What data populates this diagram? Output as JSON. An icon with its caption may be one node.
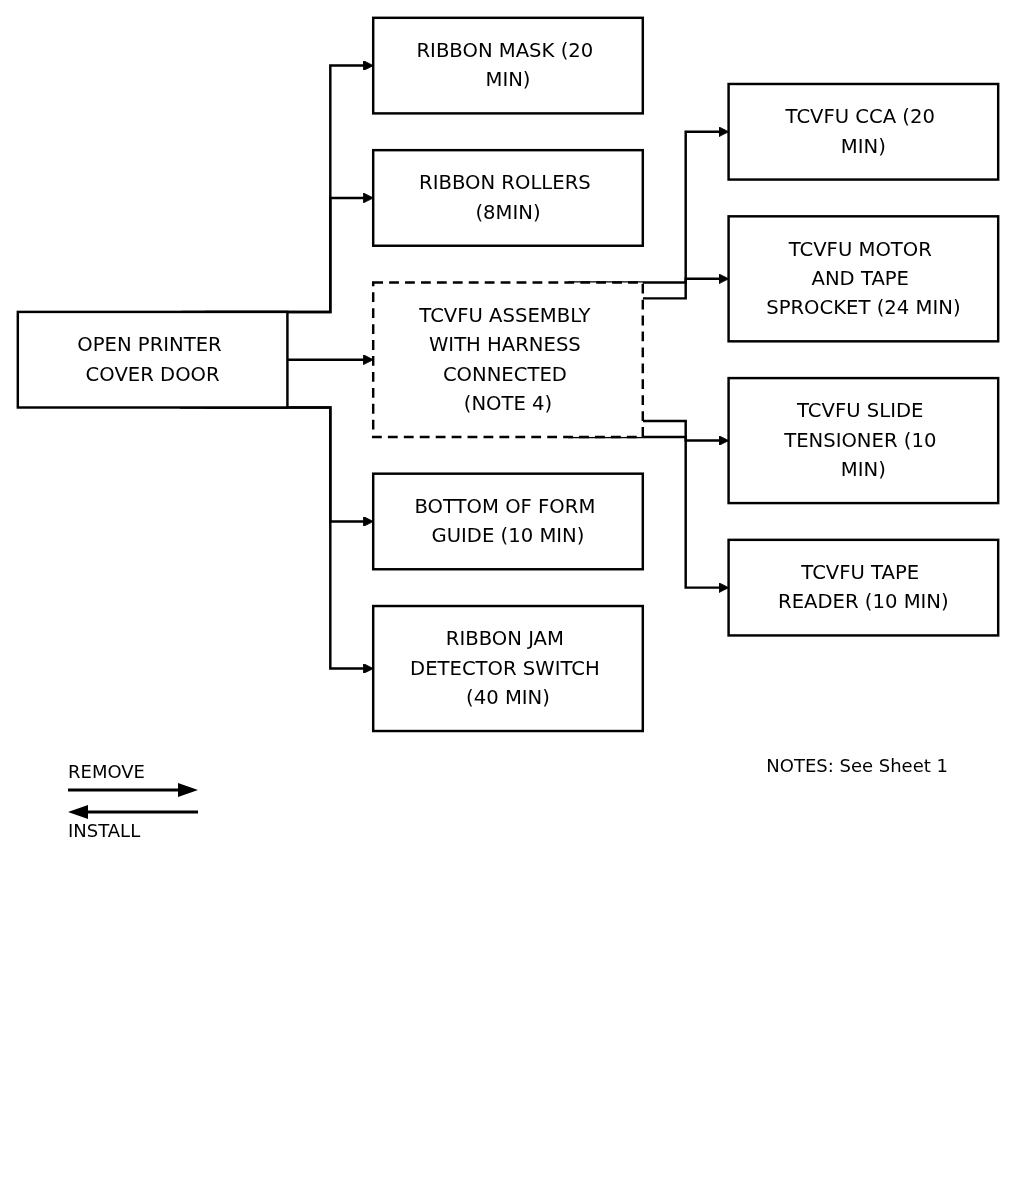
{
  "diagram": {
    "nodes": [
      {
        "text": [
          "OPEN PRINTER COVER DOOR"
        ]
      },
      {
        "text": [
          "RIBBON MASK (20 MIN)"
        ]
      },
      {
        "text": [
          "RIBBON ROLLERS (8MIN)"
        ]
      },
      {
        "text": [
          "TCVFU ASSEMBLY WITH HARNESS CONNECTED (NOTE 4)"
        ]
      },
      {
        "text": [
          "BOTTOM OF FORM GUIDE (10 MIN)"
        ]
      },
      {
        "text": [
          "RIBBON JAM DETECTOR SWITCH (40 MIN)"
        ]
      },
      {
        "text": [
          "TCVFU CCA (20 MIN)"
        ]
      },
      {
        "text": [
          "TCVFU MOTOR AND TAPE SPROCKET (24 MIN)"
        ]
      },
      {
        "text": [
          "TCVFU SLIDE TENSIONER (10 MIN)"
        ]
      },
      {
        "text": [
          "TCVFU TAPE READER (10 MIN)"
        ]
      }
    ],
    "edges": [
      {
        "from": 0,
        "to": 1,
        "arrow": "to"
      },
      {
        "from": 0,
        "to": 2,
        "arrow": "to"
      },
      {
        "from": 0,
        "to": 3,
        "arrow": "to"
      },
      {
        "from": 0,
        "to": 4,
        "arrow": "to"
      },
      {
        "from": 0,
        "to": 5,
        "arrow": "to"
      },
      {
        "from": 3,
        "to": 6,
        "arrow": "to"
      },
      {
        "from": 3,
        "to": 7,
        "arrow": "to"
      },
      {
        "from": 3,
        "to": 8,
        "arrow": "to"
      },
      {
        "from": 3,
        "to": 9,
        "arrow": "to"
      }
    ],
    "labels": [
      "NOTES: See Sheet 1"
    ],
    "legend": [
      {
        "text": "REMOVE"
      },
      {
        "text": "INSTALL"
      }
    ]
  }
}
